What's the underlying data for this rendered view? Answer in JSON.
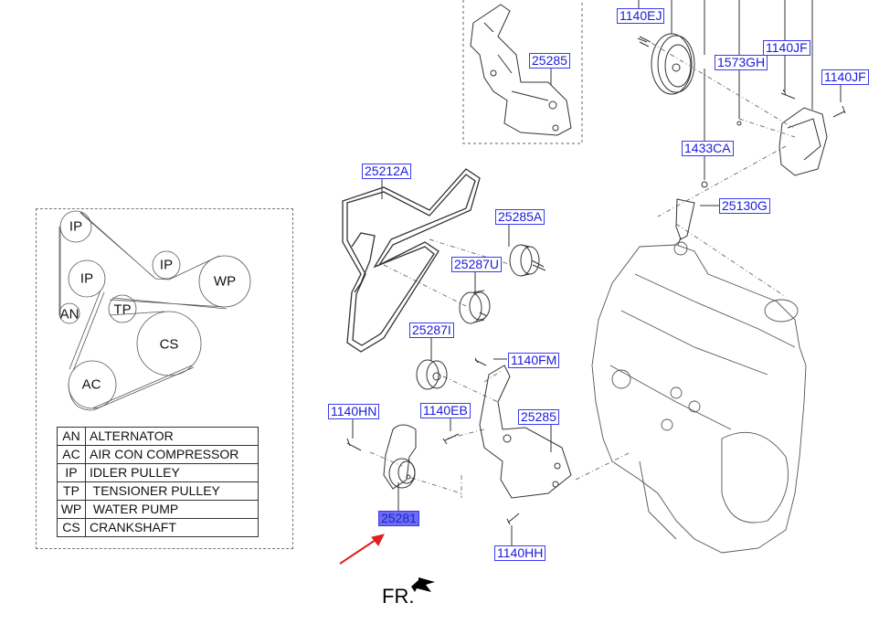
{
  "belt_layout": {
    "pulleys": [
      {
        "code": "IP",
        "name": "idler-pulley-top"
      },
      {
        "code": "IP",
        "name": "idler-pulley-mid"
      },
      {
        "code": "WP",
        "name": "water-pump-pulley"
      },
      {
        "code": "IP",
        "name": "idler-pulley-left"
      },
      {
        "code": "AN",
        "name": "alternator-pulley"
      },
      {
        "code": "TP",
        "name": "tensioner-pulley"
      },
      {
        "code": "CS",
        "name": "crankshaft-pulley"
      },
      {
        "code": "AC",
        "name": "aircon-pulley"
      }
    ],
    "legend": [
      {
        "code": "AN",
        "desc": "ALTERNATOR"
      },
      {
        "code": "AC",
        "desc": "AIR CON COMPRESSOR"
      },
      {
        "code": "IP",
        "desc": "IDLER PULLEY"
      },
      {
        "code": "TP",
        "desc": " TENSIONER PULLEY"
      },
      {
        "code": "WP",
        "desc": " WATER PUMP"
      },
      {
        "code": "CS",
        "desc": "CRANKSHAFT"
      }
    ]
  },
  "part_labels": {
    "p25285_top": "25285",
    "p1140EJ": "1140EJ",
    "p1573GH": "1573GH",
    "p1140JF_a": "1140JF",
    "p1140JF_b": "1140JF",
    "p1433CA": "1433CA",
    "p25130G": "25130G",
    "p25212A": "25212A",
    "p25285A": "25285A",
    "p25287U": "25287U",
    "p25287I": "25287I",
    "p1140FM": "1140FM",
    "p1140HN": "1140HN",
    "p1140EB": "1140EB",
    "p25285_mid": "25285",
    "p25281": "25281",
    "p1140HH": "1140HH"
  },
  "highlighted_part": "25281",
  "orientation": {
    "label": "FR."
  },
  "colors": {
    "label_text": "#1a1adb",
    "label_border": "#3a3af0",
    "highlight_fill": "#6b6bf5",
    "pointer_arrow": "#e02020"
  }
}
